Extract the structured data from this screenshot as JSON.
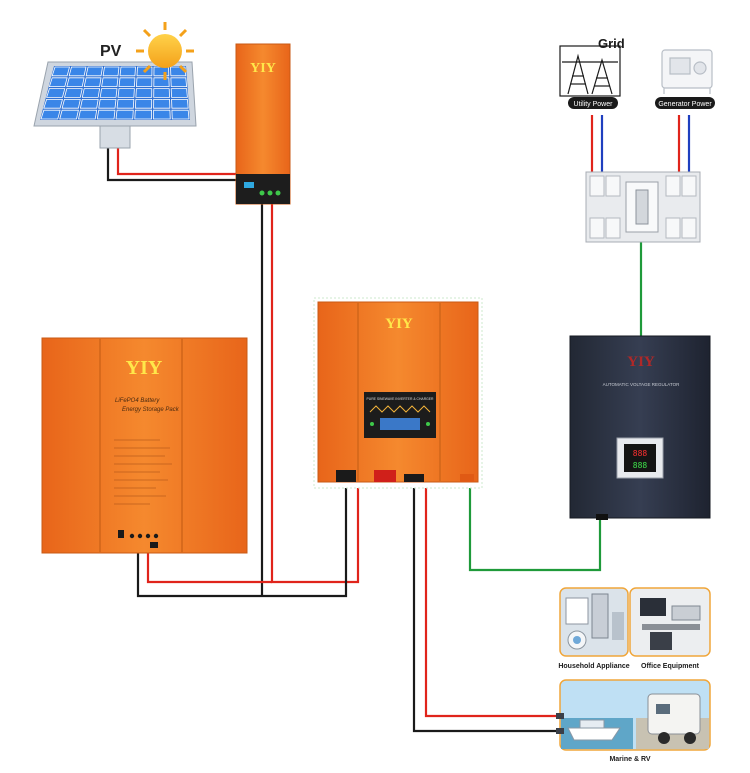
{
  "labels": {
    "pv": "PV",
    "grid": "Grid",
    "utility_power": "Utility Power",
    "generator_power": "Generator Power",
    "household_appliance": "Household Appliance",
    "office_equipment": "Office Equipment",
    "marine_rv": "Marine & RV"
  },
  "brand": {
    "controller": "YIY",
    "battery": "YIY",
    "inverter": "YIY",
    "regulator": "YIY"
  },
  "battery": {
    "title_line1": "LiFePO4 Battery",
    "title_line2": "Energy Storage Pack"
  },
  "inverter": {
    "panel_text": "PURE SINEWAVE INVERTER & CHARGER"
  },
  "regulator": {
    "panel_text": "AUTOMATIC VOLTAGE REGULATOR",
    "display_values": [
      "888",
      "888"
    ]
  },
  "colors": {
    "orange": "#f07a22",
    "wire_red": "#e0241b",
    "wire_black": "#1a1a1a",
    "wire_green": "#1f9a3a",
    "wire_blue": "#1f3fbf",
    "panel_blue": "#2f6fd0",
    "regulator_dark": "#2b3244"
  }
}
